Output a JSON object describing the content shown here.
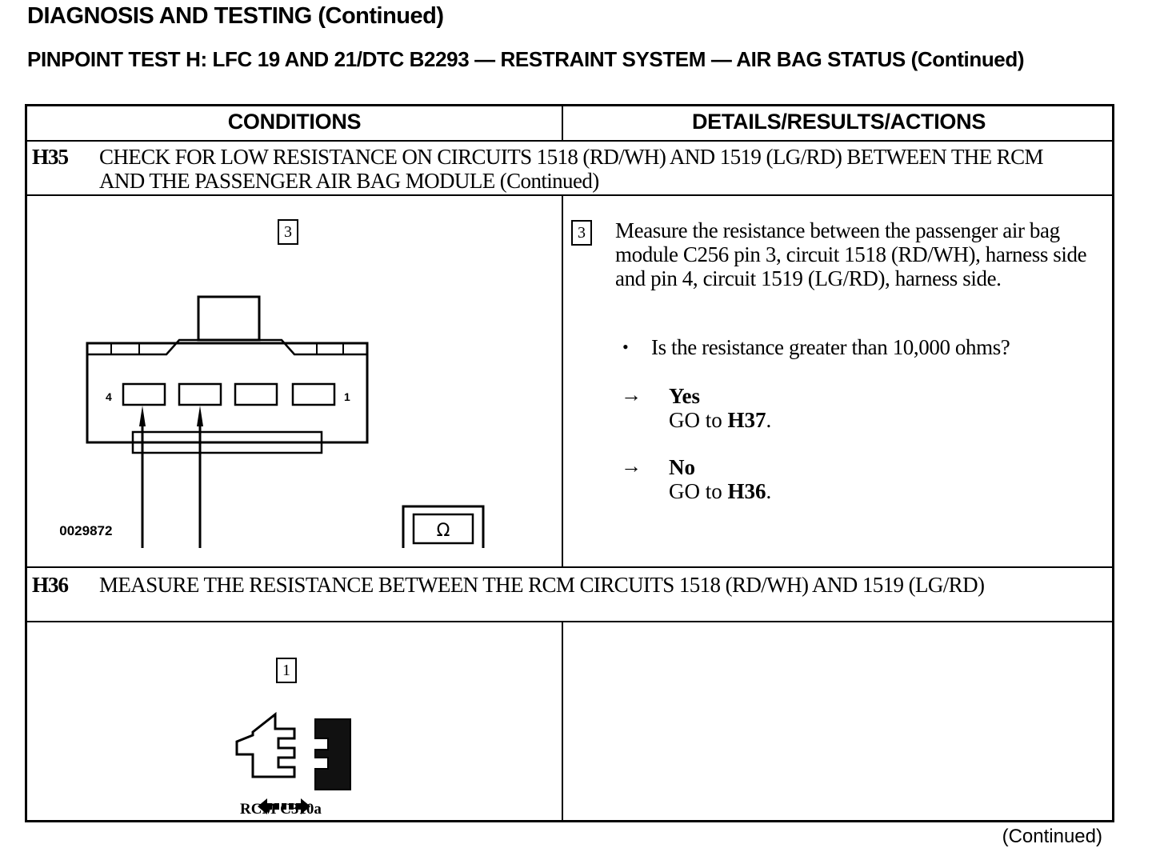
{
  "header": {
    "title": "DIAGNOSIS AND TESTING (Continued)",
    "test_title": "PINPOINT TEST H: LFC 19 AND 21/DTC B2293 — RESTRAINT SYSTEM — AIR BAG STATUS (Continued)"
  },
  "table": {
    "col_conditions": "CONDITIONS",
    "col_details": "DETAILS/RESULTS/ACTIONS"
  },
  "steps": [
    {
      "id": "H35",
      "title": "CHECK FOR LOW RESISTANCE ON CIRCUITS 1518 (RD/WH) AND 1519 (LG/RD) BETWEEN THE RCM AND THE PASSENGER AIR BAG MODULE (Continued)",
      "condition_box": "3",
      "diagram": {
        "pin_left": "4",
        "pin_right": "1",
        "meter_symbol": "Ω",
        "plus": "+",
        "minus": "−",
        "ref": "A0029872"
      },
      "detail_box": "3",
      "detail_text": "Measure the resistance between the passenger air bag module C256 pin 3, circuit 1518 (RD/WH), harness side and pin 4, circuit 1519 (LG/RD), harness side.",
      "question": "Is the resistance greater than 10,000 ohms?",
      "answers": [
        {
          "label": "Yes",
          "action_prefix": "GO to ",
          "action_target": "H37",
          "action_suffix": "."
        },
        {
          "label": "No",
          "action_prefix": "GO to ",
          "action_target": "H36",
          "action_suffix": "."
        }
      ]
    },
    {
      "id": "H36",
      "title": "MEASURE THE RESISTANCE BETWEEN THE RCM CIRCUITS 1518 (RD/WH) AND 1519 (LG/RD)",
      "condition_box": "1",
      "diagram_caption": "RCM C310a"
    }
  ],
  "footer": {
    "continued": "(Continued)"
  }
}
